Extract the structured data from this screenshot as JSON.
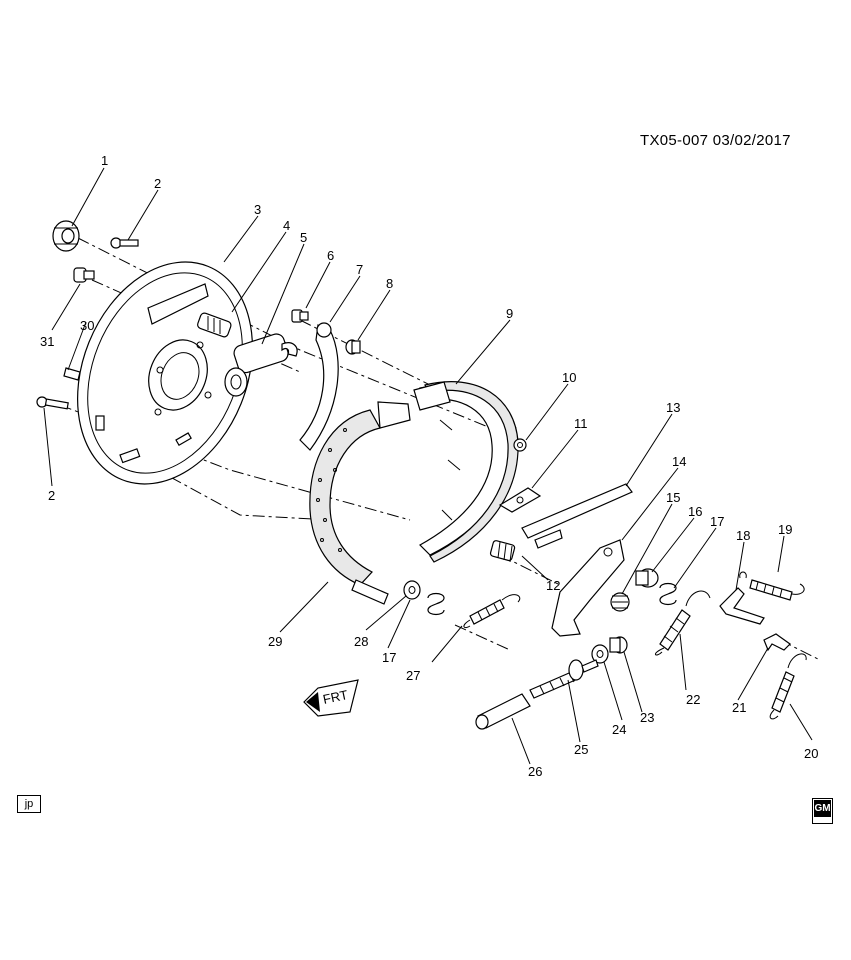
{
  "header": {
    "diagram_id": "TX05-007  03/02/2017"
  },
  "footer": {
    "jp_label": "jp",
    "gm_logo_text": "GM"
  },
  "direction_marker": {
    "label": "FRT"
  },
  "callouts": {
    "c1": "1",
    "c2a": "2",
    "c2b": "2",
    "c3": "3",
    "c4": "4",
    "c5": "5",
    "c6": "6",
    "c7": "7",
    "c8": "8",
    "c9": "9",
    "c10": "10",
    "c11": "11",
    "c12": "12",
    "c13": "13",
    "c14": "14",
    "c15": "15",
    "c16": "16",
    "c17a": "17",
    "c17b": "17",
    "c18": "18",
    "c19": "19",
    "c20": "20",
    "c21": "21",
    "c22": "22",
    "c23": "23",
    "c24": "24",
    "c25": "25",
    "c26": "26",
    "c27": "27",
    "c28": "28",
    "c29": "29",
    "c30": "30",
    "c31": "31"
  }
}
